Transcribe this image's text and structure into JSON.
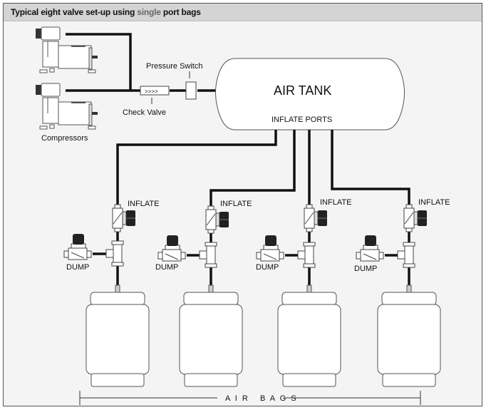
{
  "header": {
    "title_prefix": "Typical eight valve set-up using ",
    "title_highlight": "single",
    "title_suffix": " port bags"
  },
  "labels": {
    "compressors": "Compressors",
    "check_valve": "Check Valve",
    "check_valve_arrows": ">>>>",
    "pressure_switch": "Pressure Switch",
    "air_tank": "AIR TANK",
    "inflate_ports": "INFLATE PORTS",
    "air_bags": "A I R   B A G S"
  },
  "stations": [
    {
      "inflate": "INFLATE",
      "dump": "DUMP"
    },
    {
      "inflate": "INFLATE",
      "dump": "DUMP"
    },
    {
      "inflate": "INFLATE",
      "dump": "DUMP"
    },
    {
      "inflate": "INFLATE",
      "dump": "DUMP"
    }
  ],
  "colors": {
    "pipe": "#111111",
    "background": "#f4f4f4",
    "header": "#d4d4d4",
    "highlight": "#666666"
  }
}
